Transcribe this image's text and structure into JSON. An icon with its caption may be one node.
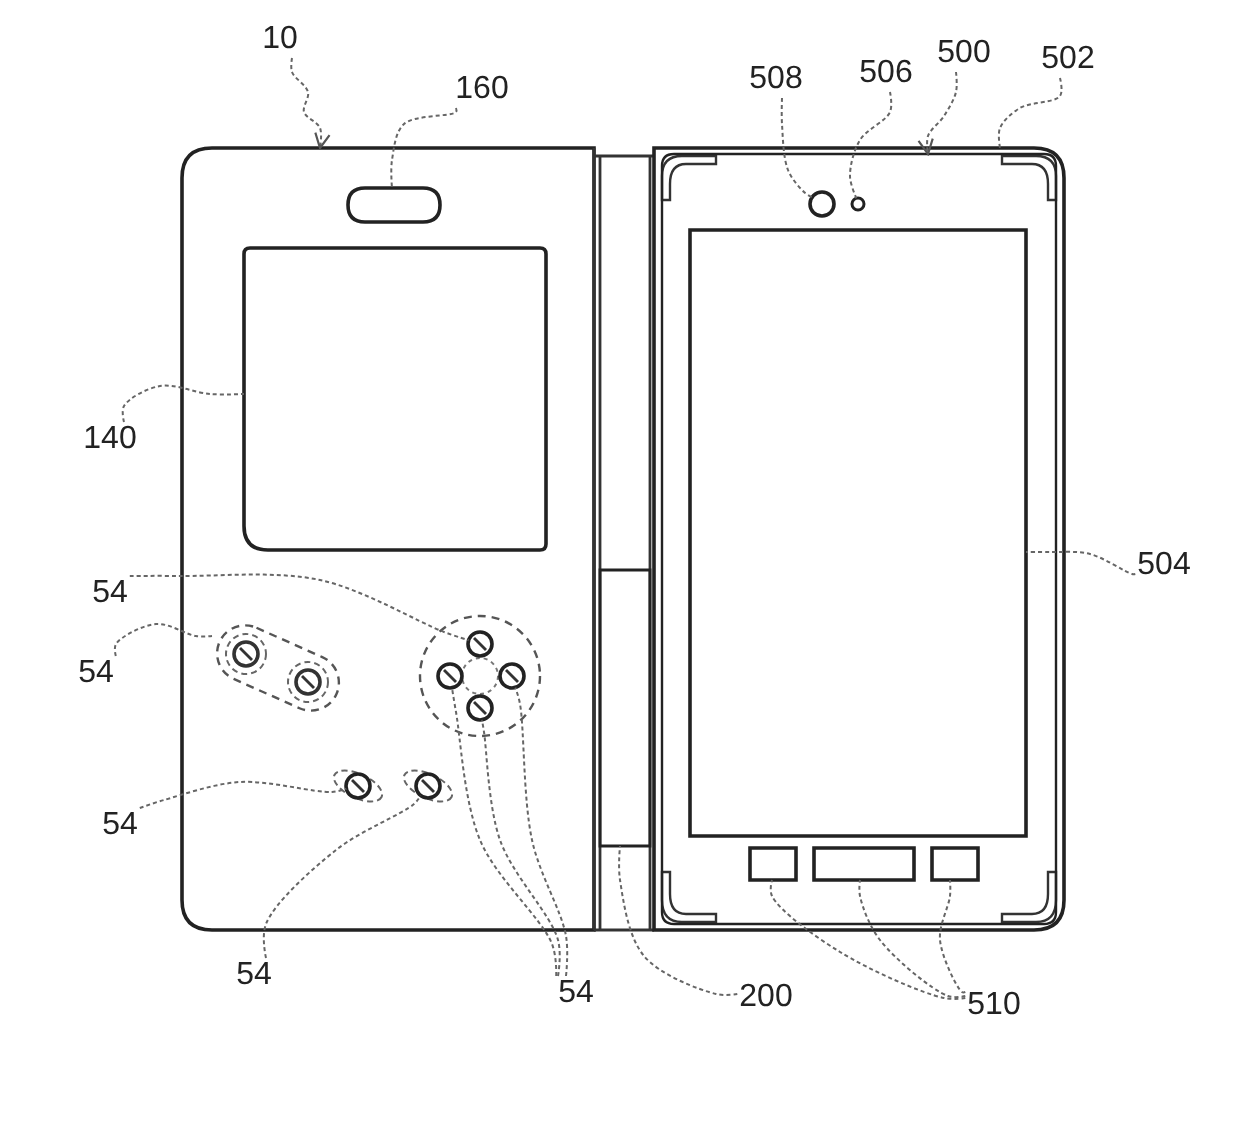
{
  "diagram": {
    "nodes": [
      {
        "text": [
          "10"
        ]
      },
      {
        "text": [],
        "shape": "box"
      },
      {
        "text": [
          "160"
        ]
      },
      {
        "text": [],
        "shape": "box",
        "in": 1
      },
      {
        "text": [
          "508"
        ]
      },
      {
        "text": [
          "506"
        ]
      },
      {
        "text": [
          "500"
        ]
      },
      {
        "text": [
          "502"
        ]
      },
      {
        "text": [],
        "shape": "box"
      },
      {
        "text": [],
        "shape": "box",
        "in": 8
      },
      {
        "text": [],
        "shape": "circle",
        "in": 9
      },
      {
        "text": [],
        "shape": "circle",
        "in": 9
      },
      {
        "text": [
          "140"
        ]
      },
      {
        "text": [],
        "shape": "box",
        "in": 1
      },
      {
        "text": [],
        "shape": "box",
        "in": 9
      },
      {
        "text": [
          "504"
        ]
      },
      {
        "text": [
          "54"
        ]
      },
      {
        "text": [
          "54"
        ]
      },
      {
        "text": [],
        "shape": "box",
        "in": 1
      },
      {
        "text": [],
        "shape": "circle",
        "in": 1
      },
      {
        "text": [],
        "shape": "circle",
        "in": 1
      },
      {
        "text": [],
        "shape": "circle",
        "in": 1
      },
      {
        "text": [],
        "shape": "circle",
        "in": 1
      },
      {
        "text": [
          "54"
        ]
      },
      {
        "text": [],
        "shape": "circle",
        "in": 1
      },
      {
        "text": [],
        "shape": "circle",
        "in": 1
      },
      {
        "text": [],
        "shape": "box"
      },
      {
        "text": [
          "54"
        ]
      },
      {
        "text": [
          "54"
        ]
      },
      {
        "text": [
          "200"
        ]
      },
      {
        "text": [],
        "shape": "box",
        "in": 9
      },
      {
        "text": [],
        "shape": "box",
        "in": 9
      },
      {
        "text": [],
        "shape": "box",
        "in": 9
      },
      {
        "text": [
          "510"
        ]
      }
    ],
    "edges": [
      {
        "from": 0,
        "to": 1,
        "arrow": "to"
      },
      {
        "from": 2,
        "to": 3,
        "arrow": "none"
      },
      {
        "from": 12,
        "to": 13,
        "arrow": "none"
      },
      {
        "from": 4,
        "to": 10,
        "arrow": "none"
      },
      {
        "from": 5,
        "to": 11,
        "arrow": "none"
      },
      {
        "from": 6,
        "to": 9,
        "arrow": "to"
      },
      {
        "from": 7,
        "to": 8,
        "arrow": "none"
      },
      {
        "from": 15,
        "to": 14,
        "arrow": "none"
      },
      {
        "from": 16,
        "to": 19,
        "arrow": "none"
      },
      {
        "from": 17,
        "to": 18,
        "arrow": "none"
      },
      {
        "from": 23,
        "to": 24,
        "arrow": "none"
      },
      {
        "from": 27,
        "to": 25,
        "arrow": "none"
      },
      {
        "from": 28,
        "to": 20,
        "arrow": "none"
      },
      {
        "from": 28,
        "to": 22,
        "arrow": "none"
      },
      {
        "from": 28,
        "to": 21,
        "arrow": "none"
      },
      {
        "from": 29,
        "to": 26,
        "arrow": "none"
      },
      {
        "from": 33,
        "to": 30,
        "arrow": "none"
      },
      {
        "from": 33,
        "to": 31,
        "arrow": "none"
      },
      {
        "from": 33,
        "to": 32,
        "arrow": "none"
      }
    ]
  }
}
